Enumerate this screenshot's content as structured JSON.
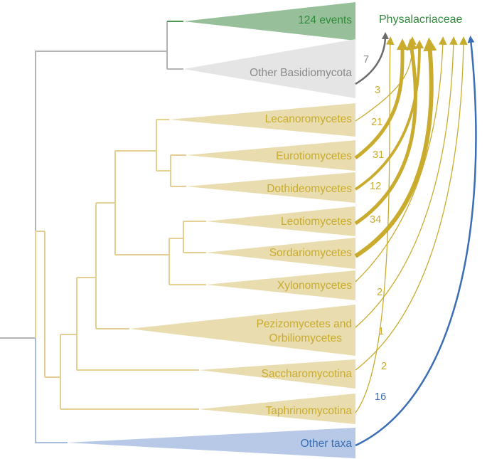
{
  "target": {
    "label": "Physalacriaceae",
    "color": "#2e8b3a"
  },
  "colors": {
    "tree_gray": "#b3b3b3",
    "ascomycota": "#e3cf91",
    "ascomycota_fill": "#e9dcae",
    "ascomycota_arrow": "#c9ac2e",
    "basidiomycota_fill": "#e5e5e5",
    "basidiomycota_text": "#8a8a8a",
    "basidiomycota_arrow": "#6b6b6b",
    "green_fill": "#97c09a",
    "green_text": "#2e8b3a",
    "other_taxa_fill": "#b8c9e8",
    "other_taxa_text": "#3a6fb3",
    "other_taxa_arrow": "#3b6eb5"
  },
  "clades": [
    {
      "id": "internal",
      "label": "124 events",
      "group": "green"
    },
    {
      "id": "other-basidiomycota",
      "label": "Other Basidiomycota",
      "group": "gray",
      "count": "7"
    },
    {
      "id": "lecanoromycetes",
      "label": "Lecanoromycetes",
      "group": "asco",
      "count": "21"
    },
    {
      "id": "eurotiomycetes",
      "label": "Eurotiomycetes",
      "group": "asco",
      "count": "31"
    },
    {
      "id": "dothideomycetes",
      "label": "Dothideomycetes",
      "group": "asco",
      "count": "12"
    },
    {
      "id": "leotiomycetes",
      "label": "Leotiomycetes",
      "group": "asco",
      "count": "34"
    },
    {
      "id": "sordariomycetes",
      "label": "Sordariomycetes",
      "group": "asco"
    },
    {
      "id": "xylonomycetes",
      "label": "Xylonomycetes",
      "group": "asco",
      "count": "2"
    },
    {
      "id": "pezizomycetes",
      "label_line1": "Pezizomycetes and",
      "label_line2": "Orbiliomycetes",
      "group": "asco",
      "count": "1"
    },
    {
      "id": "saccharomycotina",
      "label": "Saccharomycotina",
      "group": "asco",
      "count": "2"
    },
    {
      "id": "taphrinomycotina",
      "label": "Taphrinomycotina",
      "group": "asco"
    },
    {
      "id": "other-taxa",
      "label": "Other taxa",
      "group": "blue",
      "count": "16"
    }
  ],
  "extra_counts": {
    "ascomycota_top": "3"
  }
}
